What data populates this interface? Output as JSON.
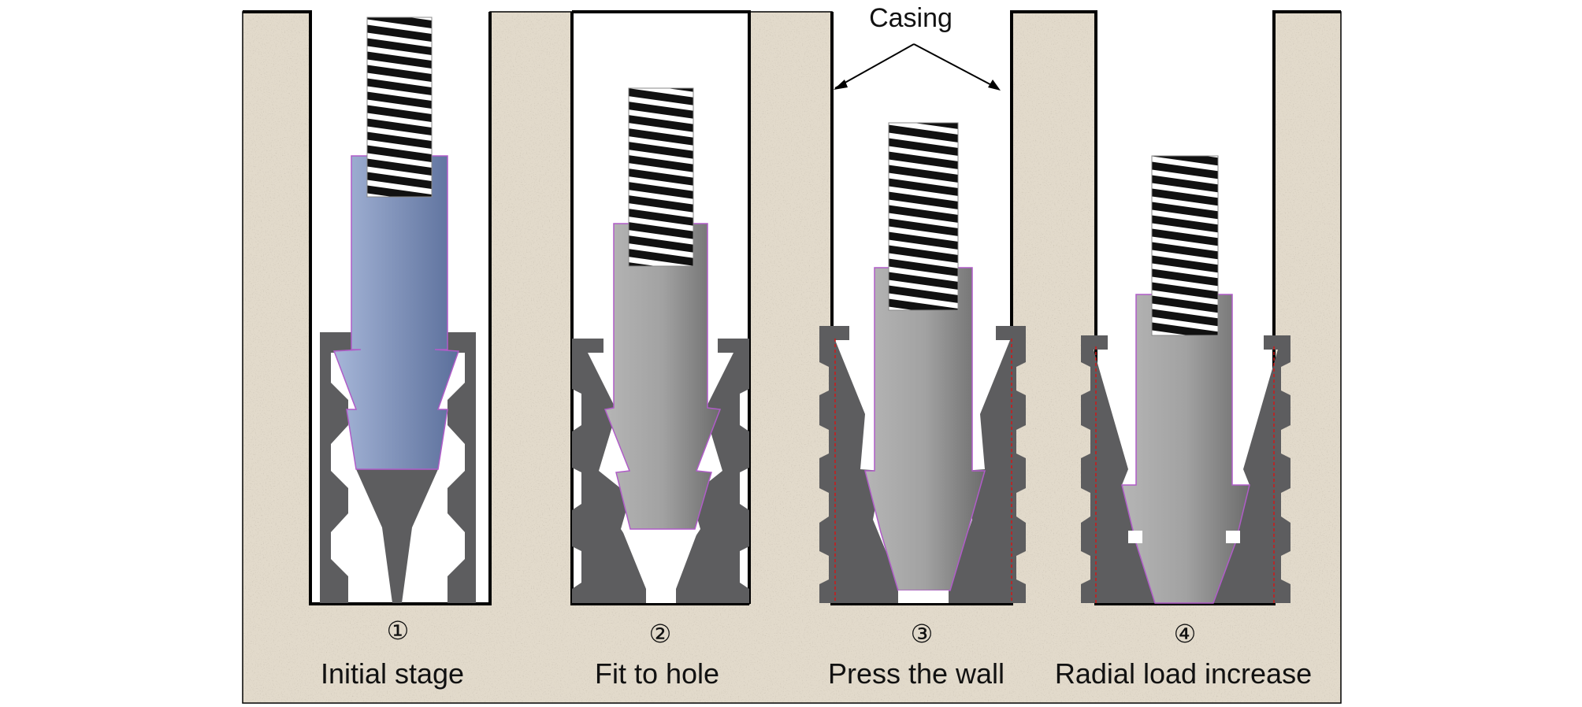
{
  "casing_label": "Casing",
  "stages": [
    {
      "number": "①",
      "caption": "Initial stage"
    },
    {
      "number": "②",
      "caption": "Fit to hole"
    },
    {
      "number": "③",
      "caption": "Press the wall"
    },
    {
      "number": "④",
      "caption": "Radial load increase"
    }
  ],
  "colors": {
    "soil": "#e2dacb",
    "outline": "#000000",
    "wedge": "#5d5d5f",
    "bolt_blue_light": "#a2b2d4",
    "bolt_blue_dark": "#5a6e9a",
    "bolt_gray_light": "#bdbdbd",
    "bolt_gray_dark": "#6e6e6e",
    "bolt_edge": "#b05cc8",
    "thread_dark": "#111111",
    "contact_line": "#d01818"
  }
}
